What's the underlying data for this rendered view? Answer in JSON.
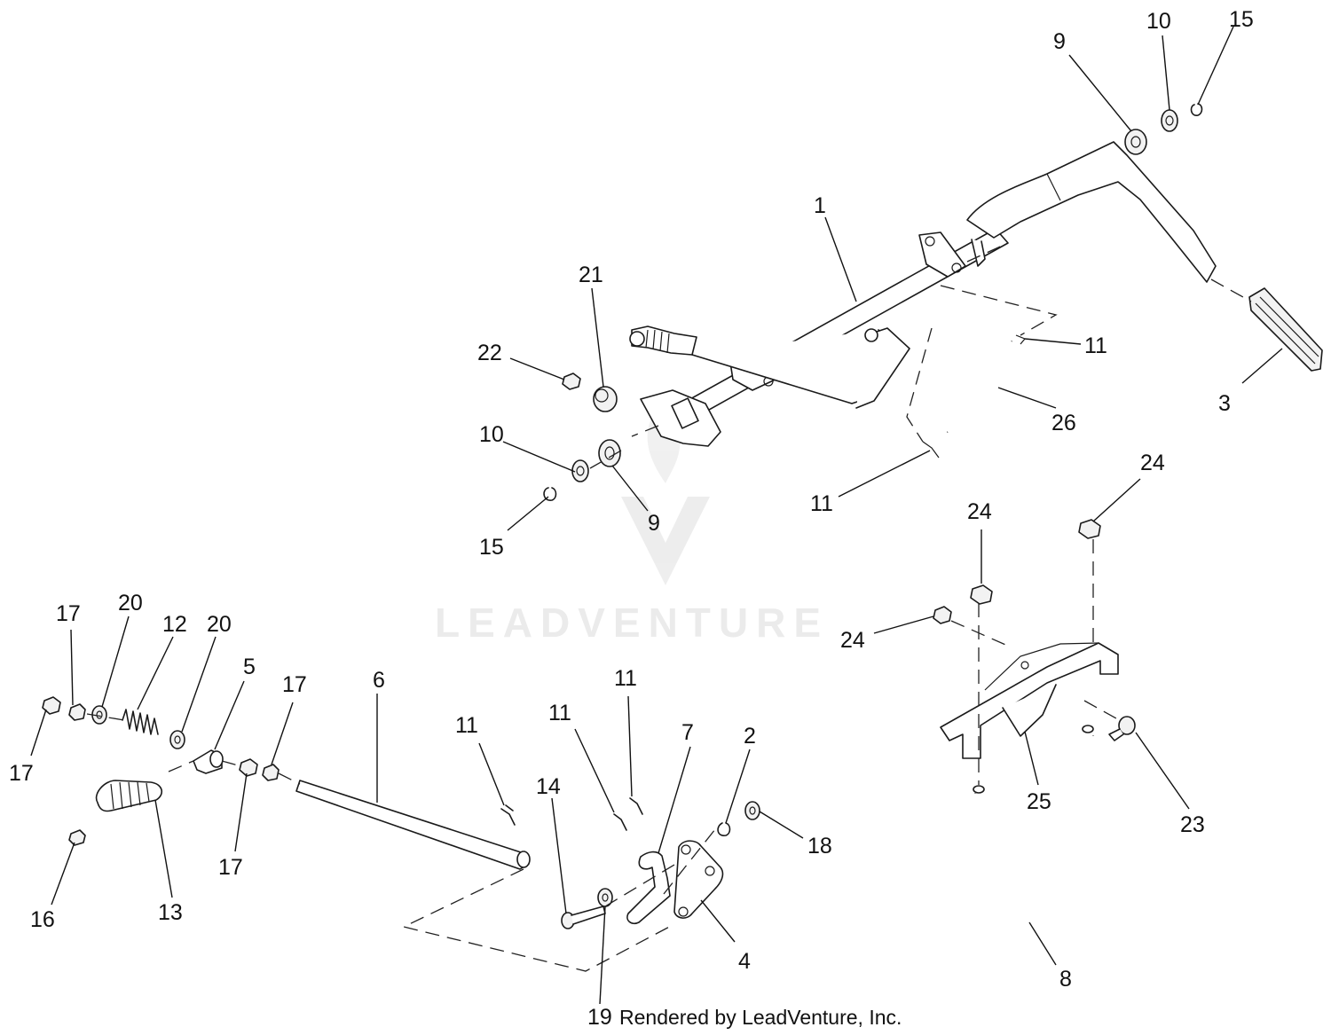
{
  "watermark": {
    "brand": "LEADVENTURE"
  },
  "credit": {
    "text": "Rendered by LeadVenture, Inc."
  },
  "colors": {
    "line": "#1a1a1a",
    "watermark": "#ebebeb",
    "background": "#ffffff"
  },
  "callouts": [
    {
      "id": "c-1",
      "label": "1"
    },
    {
      "id": "c-21",
      "label": "21"
    },
    {
      "id": "c-22",
      "label": "22"
    },
    {
      "id": "c-10a",
      "label": "10"
    },
    {
      "id": "c-15a",
      "label": "15"
    },
    {
      "id": "c-9a",
      "label": "9"
    },
    {
      "id": "c-9b",
      "label": "9"
    },
    {
      "id": "c-10b",
      "label": "10"
    },
    {
      "id": "c-15b",
      "label": "15"
    },
    {
      "id": "c-11a",
      "label": "11"
    },
    {
      "id": "c-26",
      "label": "26"
    },
    {
      "id": "c-11b",
      "label": "11"
    },
    {
      "id": "c-3",
      "label": "3"
    },
    {
      "id": "c-24a",
      "label": "24"
    },
    {
      "id": "c-24b",
      "label": "24"
    },
    {
      "id": "c-24c",
      "label": "24"
    },
    {
      "id": "c-25",
      "label": "25"
    },
    {
      "id": "c-23",
      "label": "23"
    },
    {
      "id": "c-8",
      "label": "8"
    },
    {
      "id": "c-17a",
      "label": "17"
    },
    {
      "id": "c-20a",
      "label": "20"
    },
    {
      "id": "c-12",
      "label": "12"
    },
    {
      "id": "c-20b",
      "label": "20"
    },
    {
      "id": "c-5",
      "label": "5"
    },
    {
      "id": "c-17b",
      "label": "17"
    },
    {
      "id": "c-6",
      "label": "6"
    },
    {
      "id": "c-17c",
      "label": "17"
    },
    {
      "id": "c-17d",
      "label": "17"
    },
    {
      "id": "c-16",
      "label": "16"
    },
    {
      "id": "c-13",
      "label": "13"
    },
    {
      "id": "c-11c",
      "label": "11"
    },
    {
      "id": "c-11d",
      "label": "11"
    },
    {
      "id": "c-11e",
      "label": "11"
    },
    {
      "id": "c-14",
      "label": "14"
    },
    {
      "id": "c-7",
      "label": "7"
    },
    {
      "id": "c-2",
      "label": "2"
    },
    {
      "id": "c-18",
      "label": "18"
    },
    {
      "id": "c-4",
      "label": "4"
    },
    {
      "id": "c-19",
      "label": "19"
    }
  ]
}
